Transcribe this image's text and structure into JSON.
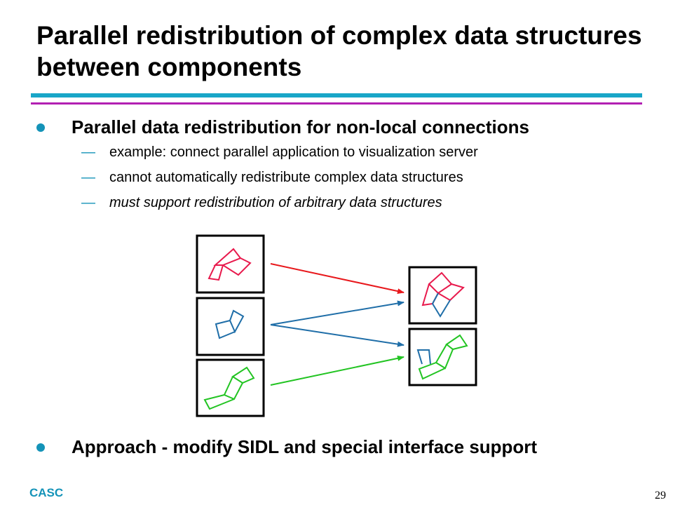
{
  "slide": {
    "title": "Parallel redistribution of complex data structures between components",
    "bullets": [
      {
        "text": "Parallel data redistribution for non-local connections",
        "subitems": [
          {
            "dash": "—",
            "text": "example: connect parallel application to visualization server"
          },
          {
            "dash": "—",
            "text": "cannot automatically redistribute complex data structures"
          },
          {
            "dash": "—",
            "text": "must support redistribution of arbitrary data structures"
          }
        ]
      },
      {
        "text": "Approach - modify SIDL and special interface support"
      }
    ],
    "footer": {
      "left": "CASC",
      "page_number": "29"
    }
  },
  "diagram": {
    "colors": {
      "red": "#e8194c",
      "blue": "#1f6ea8",
      "green": "#22c422",
      "arrow_red": "#e8181c",
      "arrow_blue": "#1f6ea8",
      "arrow_green": "#22c422"
    },
    "source_boxes": [
      "red-mesh",
      "blue-mesh",
      "green-mesh"
    ],
    "target_boxes": [
      "red-blue-mesh",
      "blue-green-mesh"
    ],
    "arrows": [
      {
        "from": "red-mesh",
        "to": "red-blue-mesh",
        "color": "red"
      },
      {
        "from": "blue-mesh",
        "to": "red-blue-mesh",
        "color": "blue"
      },
      {
        "from": "blue-mesh",
        "to": "blue-green-mesh",
        "color": "blue"
      },
      {
        "from": "green-mesh",
        "to": "blue-green-mesh",
        "color": "green"
      }
    ]
  },
  "accent": {
    "bullet": "#1493b8",
    "rule_blue": "#19a6c8",
    "rule_magenta": "#b320b3"
  }
}
